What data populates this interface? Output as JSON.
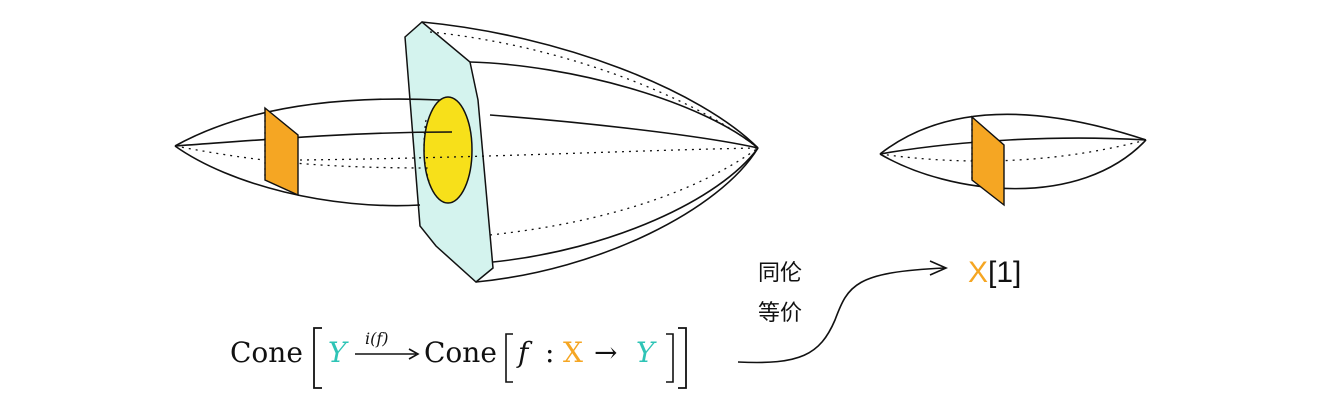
{
  "colors": {
    "teal": "#2ec4b6",
    "teal_fill": "#d4f3ee",
    "orange": "#f5a623",
    "yellow": "#f7e01a",
    "ink": "#111111"
  },
  "formula": {
    "cone_left": "Cone",
    "y_left": "Y",
    "arrow_label": "i(f)",
    "cone_right": "Cone",
    "f_var": "f",
    "colon": ":",
    "x_var": "X",
    "arrow": "→",
    "y_right": "Y"
  },
  "equiv_label": {
    "line1": "同伦",
    "line2": "等价"
  },
  "result": {
    "x_var": "X",
    "suffix": "[1]"
  }
}
